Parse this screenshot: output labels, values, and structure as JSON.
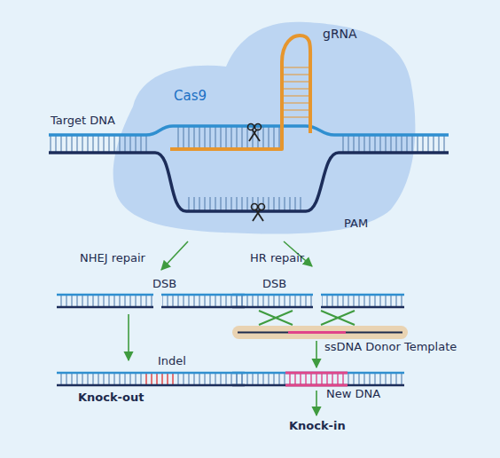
{
  "diagram": {
    "nodes": [
      {
        "text": [
          "Cas9"
        ]
      }
    ],
    "labels": [
      "gRNA",
      "Target DNA",
      "PAM",
      "NHEJ repair",
      "HR repair",
      "DSB",
      "DSB",
      "ssDNA Donor Template",
      "Indel",
      "New DNA",
      "Knock-out",
      "Knock-in"
    ]
  }
}
